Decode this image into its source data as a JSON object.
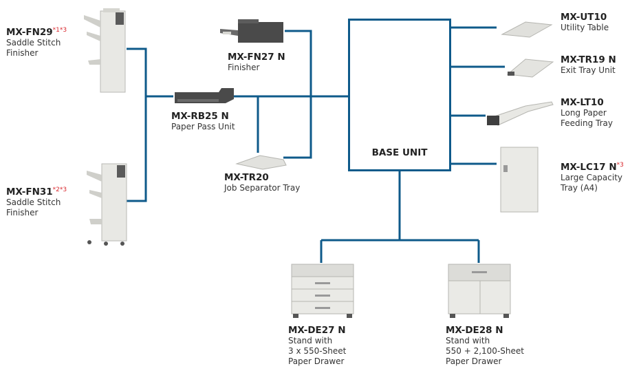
{
  "colors": {
    "connector": "#0e5a8a",
    "note": "#d9262c",
    "device_light": "#e6e6e2",
    "device_dark": "#4a4a4a"
  },
  "base_unit": {
    "title": "BASE UNIT"
  },
  "options": {
    "fn29": {
      "name": "MX-FN29",
      "note": "*1*3",
      "desc": [
        "Saddle Stitch",
        "Finisher"
      ]
    },
    "fn31": {
      "name": "MX-FN31",
      "note": "*2*3",
      "desc": [
        "Saddle Stitch",
        "Finisher"
      ]
    },
    "fn27": {
      "name": "MX-FN27 N",
      "note": "",
      "desc": [
        "Finisher"
      ]
    },
    "rb25": {
      "name": "MX-RB25 N",
      "note": "",
      "desc": [
        "Paper Pass Unit"
      ]
    },
    "tr20": {
      "name": "MX-TR20",
      "note": "",
      "desc": [
        "Job Separator Tray"
      ]
    },
    "ut10": {
      "name": "MX-UT10",
      "note": "",
      "desc": [
        "Utility Table"
      ]
    },
    "tr19": {
      "name": "MX-TR19 N",
      "note": "",
      "desc": [
        "Exit Tray Unit"
      ]
    },
    "lt10": {
      "name": "MX-LT10",
      "note": "",
      "desc": [
        "Long Paper",
        "Feeding Tray"
      ]
    },
    "lc17": {
      "name": "MX-LC17 N",
      "note": "*3",
      "desc": [
        "Large Capacity",
        "Tray (A4)"
      ]
    },
    "de27": {
      "name": "MX-DE27 N",
      "note": "",
      "desc": [
        "Stand with",
        "3 x 550-Sheet",
        "Paper Drawer"
      ]
    },
    "de28": {
      "name": "MX-DE28 N",
      "note": "",
      "desc": [
        "Stand with",
        "550 + 2,100-Sheet",
        "Paper Drawer"
      ]
    }
  }
}
